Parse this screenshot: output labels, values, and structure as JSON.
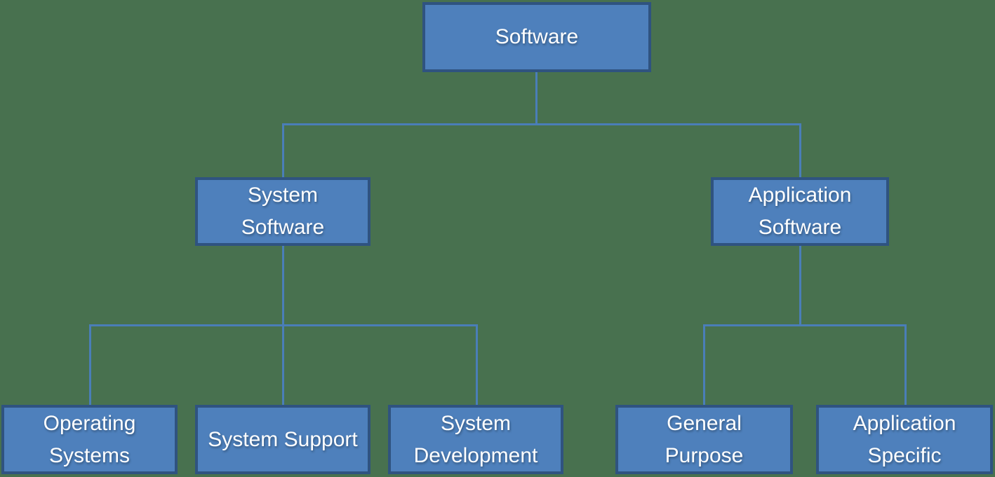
{
  "diagram": {
    "type": "hierarchy-tree",
    "tree": {
      "root": {
        "label": "Software",
        "children": [
          {
            "label": "System Software",
            "children": [
              {
                "label": "Operating Systems"
              },
              {
                "label": "System Support"
              },
              {
                "label": "System Development"
              }
            ]
          },
          {
            "label": "Application Software",
            "children": [
              {
                "label": "General Purpose"
              },
              {
                "label": "Application Specific"
              }
            ]
          }
        ]
      }
    }
  },
  "colors": {
    "background": "#48714F",
    "node_fill": "#4E80BC",
    "node_border": "#2F5380",
    "connector": "#4A7EB8",
    "text": "#FFFFFF"
  }
}
